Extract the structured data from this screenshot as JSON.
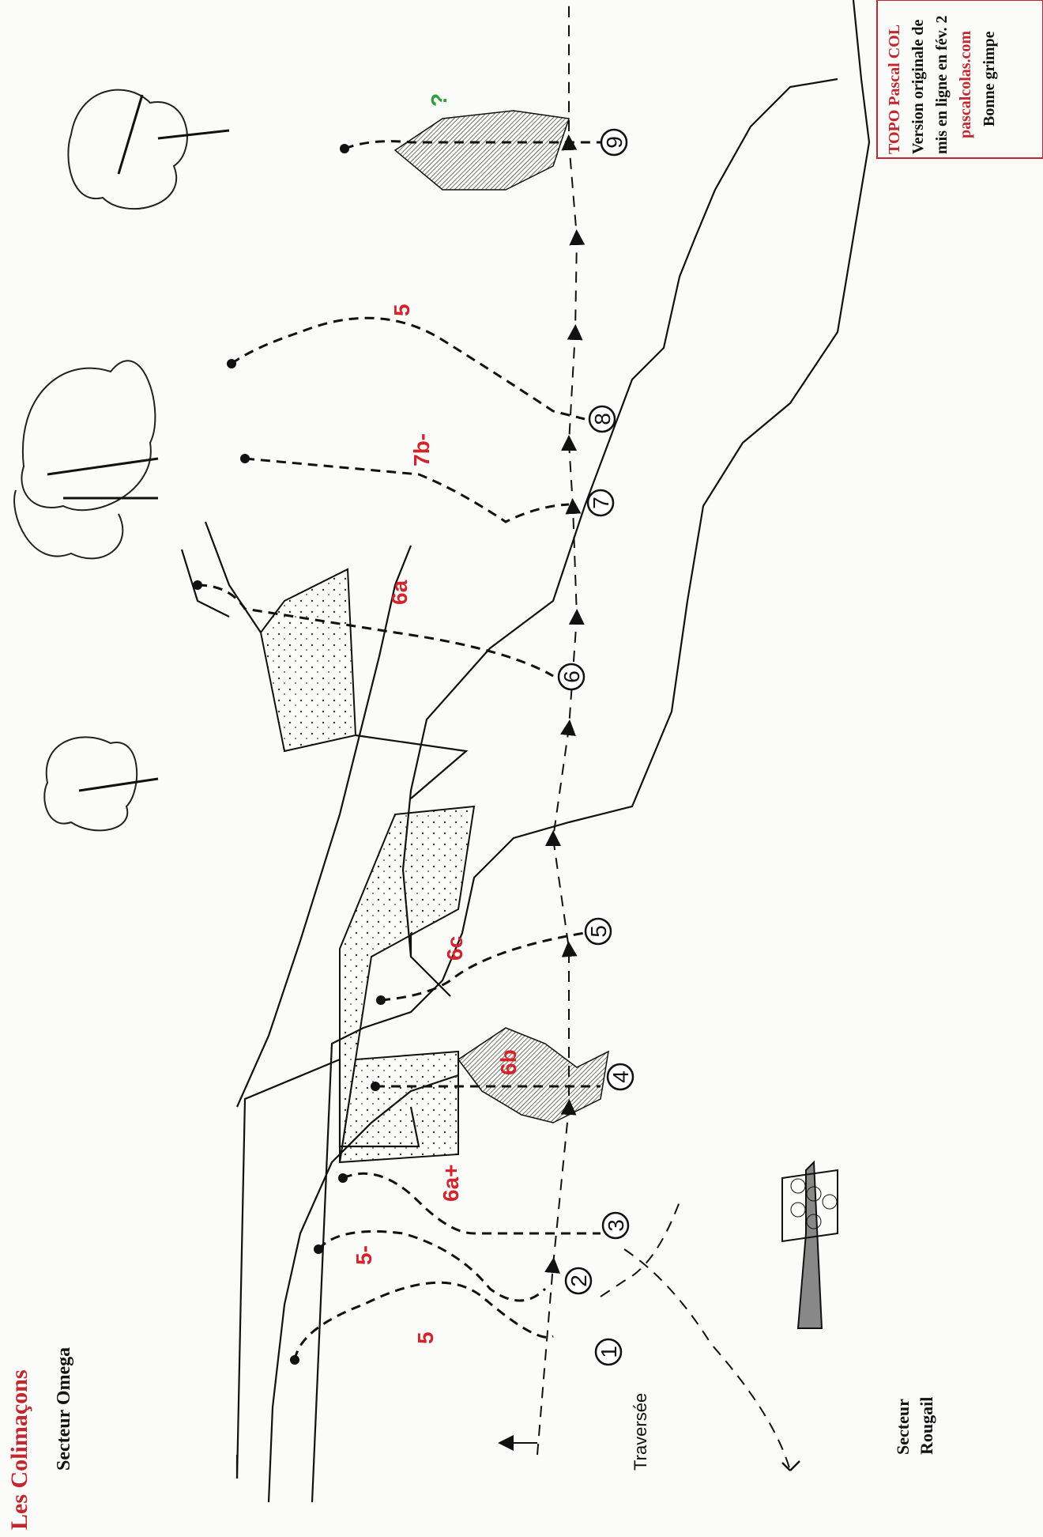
{
  "header": {
    "title": "Les Colimaçons",
    "subtitle": "Secteur Omega"
  },
  "labels": {
    "traverse": "Traversée",
    "secteur_rougail_line1": "Secteur",
    "secteur_rougail_line2": "Rougail"
  },
  "routes": [
    {
      "number": "1",
      "grade": "5"
    },
    {
      "number": "2",
      "grade": "5-"
    },
    {
      "number": "3",
      "grade": "6a+"
    },
    {
      "number": "4",
      "grade": "6b"
    },
    {
      "number": "5",
      "grade": "6c"
    },
    {
      "number": "6",
      "grade": "6a"
    },
    {
      "number": "7",
      "grade": "7b-"
    },
    {
      "number": "8",
      "grade": "5"
    },
    {
      "number": "9",
      "grade": "?"
    }
  ],
  "credit": {
    "line1": "TOPO Pascal COL",
    "line2": "Version originale de",
    "line3": "mis en ligne en fév. 2",
    "line4": "pascalcolas.com",
    "line5": "Bonne grimpe"
  },
  "colors": {
    "title": "#c1272d",
    "grade": "#d4242b",
    "unknown_grade": "#2e9e3e",
    "ink": "#111111"
  }
}
